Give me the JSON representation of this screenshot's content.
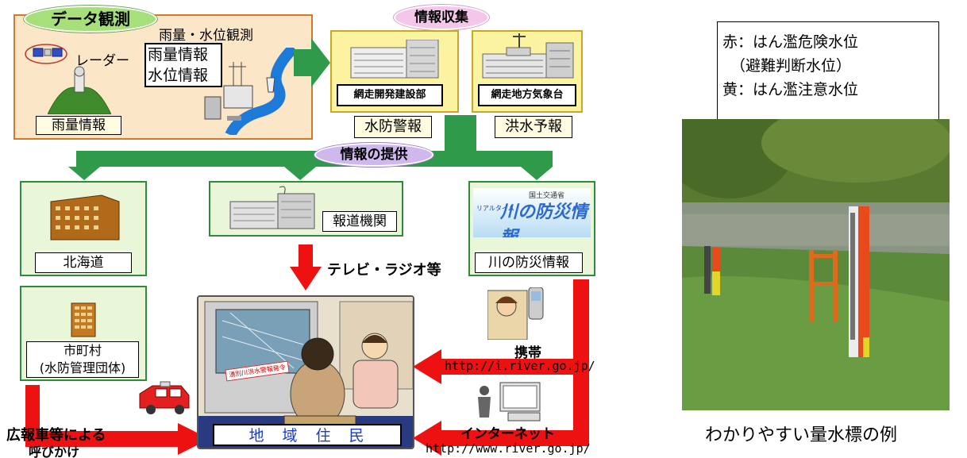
{
  "top": {
    "data_obs": "データ観測",
    "rain_water_obs": "雨量・水位観測",
    "radar": "レーダー",
    "rain_info_box": "雨量情報",
    "water_info_box": "水位情報",
    "rain_info_label": "雨量情報",
    "info_collect": "情報収集",
    "abashiri_dev": "網走開発建設部",
    "abashiri_met": "網走地方気象台",
    "flood_warn": "水防警報",
    "flood_forecast": "洪水予報",
    "info_provide": "情報の提供"
  },
  "mid": {
    "hokkaido": "北海道",
    "media": "報道機関",
    "river_disaster": "川の防災情報",
    "river_banner_small": "国土交通省",
    "river_banner_sub": "リアルタイム",
    "river_banner_main": "川の防災情報",
    "tv_radio": "テレビ・ラジオ等"
  },
  "bottom": {
    "municipality_line1": "市町村",
    "municipality_line2": "(水防管理団体)",
    "residents": "地　域　住　民",
    "tv_caption": "湧別川洪水警報発令",
    "pr_line1": "広報車等による",
    "pr_line2": "呼びかけ",
    "mobile": "携帯",
    "mobile_url": "http://i.river.go.jp/",
    "internet": "インターネット",
    "internet_url": "http://www.river.go.jp/"
  },
  "legend": {
    "line1": "赤：はん濫危険水位",
    "line2": "（避難判断水位）",
    "line3": "黄：はん濫注意水位"
  },
  "photo_caption": "わかりやすい量水標の例",
  "colors": {
    "green_arrow": "#2e9a4a",
    "red_arrow": "#ee1111",
    "oval_green": "#a7e07a",
    "oval_pink": "#f4c6ea"
  }
}
